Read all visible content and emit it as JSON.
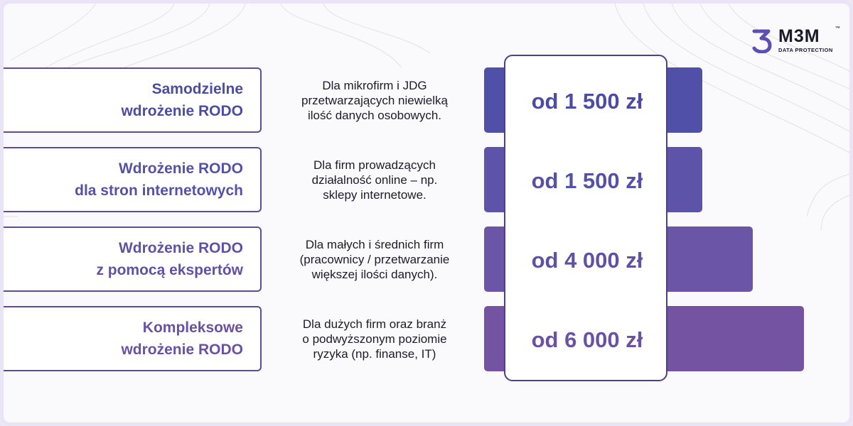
{
  "brand": {
    "name": "M3M",
    "tm": "™",
    "tagline": "DATA PROTECTION",
    "icon": "m3m-logo-icon",
    "colors": {
      "text": "#1a1a2b",
      "accent": "#5b4fb4"
    }
  },
  "offers": [
    {
      "title_lines": [
        "Samodzielne",
        "wdrożenie RODO"
      ],
      "description_lines": [
        "Dla mikrofirm i JDG",
        "przetwarzających niewielką",
        "ilość danych osobowych."
      ],
      "price": "od 1 500 zł",
      "bar_color": "#5150a8",
      "text_color": "#4c4ca4"
    },
    {
      "title_lines": [
        "Wdrożenie RODO",
        "dla stron internetowych"
      ],
      "description_lines": [
        "Dla firm prowadzących",
        "działalność online – np.",
        "sklepy internetowe."
      ],
      "price": "od 1 500 zł",
      "bar_color": "#5d53a9",
      "text_color": "#5551a6"
    },
    {
      "title_lines": [
        "Wdrożenie RODO",
        "z pomocą ekspertów"
      ],
      "description_lines": [
        "Dla małych i średnich firm",
        "(pracownicy / przetwarzanie",
        "większej ilości danych)."
      ],
      "price": "od 4 000 zł",
      "bar_color": "#6a55a6",
      "text_color": "#5f52a5"
    },
    {
      "title_lines": [
        "Kompleksowe",
        "wdrożenie RODO"
      ],
      "description_lines": [
        "Dla dużych firm oraz branż",
        "o podwyższonym poziomie",
        "ryzyka (np. finanse, IT)"
      ],
      "price": "od 6 000 zł",
      "bar_color": "#7553a3",
      "text_color": "#6a51a3"
    }
  ]
}
